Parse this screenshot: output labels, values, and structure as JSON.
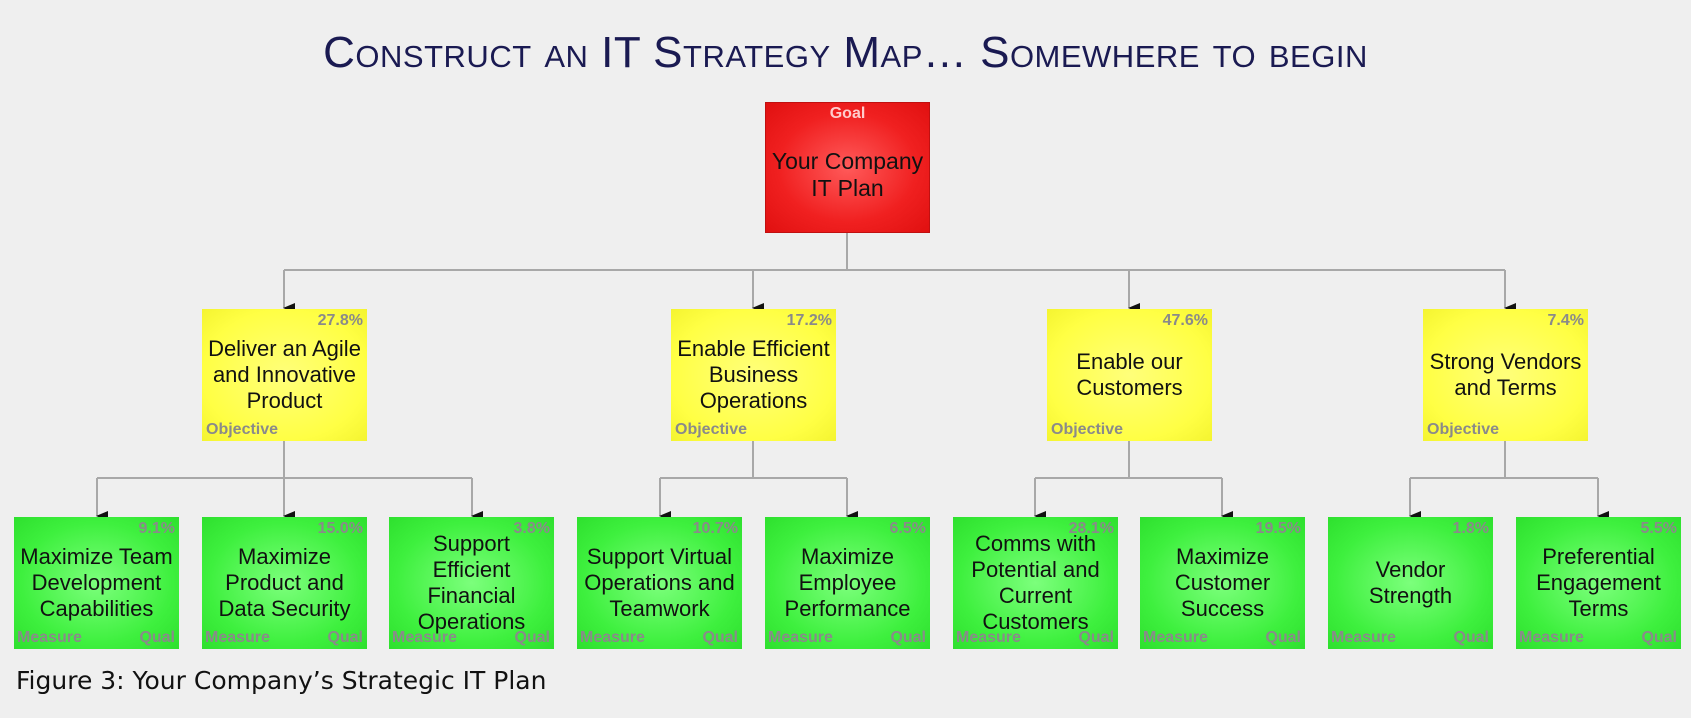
{
  "title": "Construct an IT Strategy Map… Somewhere to begin",
  "caption": "Figure 3: Your Company’s Strategic IT Plan",
  "colors": {
    "goal": "#f02020",
    "objective": "#ffff44",
    "measure": "#3ef03e",
    "connector": "#a8a8a8",
    "title": "#1a1a52"
  },
  "goal": {
    "type_label": "Goal",
    "text": "Your Company IT Plan"
  },
  "objectives": [
    {
      "type_label": "Objective",
      "pct": "27.8%",
      "text": "Deliver an Agile and Innovative Product"
    },
    {
      "type_label": "Objective",
      "pct": "17.2%",
      "text": "Enable Efficient Business Operations"
    },
    {
      "type_label": "Objective",
      "pct": "47.6%",
      "text": "Enable our Customers"
    },
    {
      "type_label": "Objective",
      "pct": "7.4%",
      "text": "Strong Vendors and Terms"
    }
  ],
  "measures": [
    {
      "type_label": "Measure",
      "qual": "Qual",
      "pct": "9.1%",
      "text": "Maximize Team Development Capabilities"
    },
    {
      "type_label": "Measure",
      "qual": "Qual",
      "pct": "15.0%",
      "text": "Maximize Product and Data Security"
    },
    {
      "type_label": "Measure",
      "qual": "Qual",
      "pct": "3.8%",
      "text": "Support Efficient Financial Operations"
    },
    {
      "type_label": "Measure",
      "qual": "Qual",
      "pct": "10.7%",
      "text": "Support Virtual Operations and Teamwork"
    },
    {
      "type_label": "Measure",
      "qual": "Qual",
      "pct": "6.5%",
      "text": "Maximize Employee Performance"
    },
    {
      "type_label": "Measure",
      "qual": "Qual",
      "pct": "28.1%",
      "text": "Comms with Potential and Current Customers"
    },
    {
      "type_label": "Measure",
      "qual": "Qual",
      "pct": "19.5%",
      "text": "Maximize Customer Success"
    },
    {
      "type_label": "Measure",
      "qual": "Qual",
      "pct": "1.8%",
      "text": "Vendor Strength"
    },
    {
      "type_label": "Measure",
      "qual": "Qual",
      "pct": "5.5%",
      "text": "Preferential Engagement Terms"
    }
  ]
}
